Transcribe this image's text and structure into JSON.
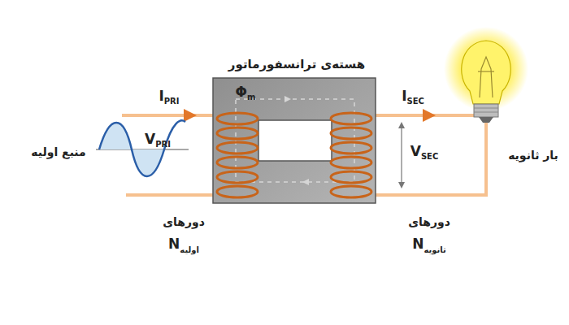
{
  "diagram": {
    "labels": [
      "هسته‌ی ترانسفورماتور",
      "Φ",
      "m",
      "I",
      "PRI",
      "V",
      "PRI",
      "منبع اولیه",
      "I",
      "SEC",
      "V",
      "SEC",
      "بار ثانویه",
      "دورهای",
      "N",
      "اولیه",
      "دورهای",
      "N",
      "ثانویه"
    ]
  }
}
